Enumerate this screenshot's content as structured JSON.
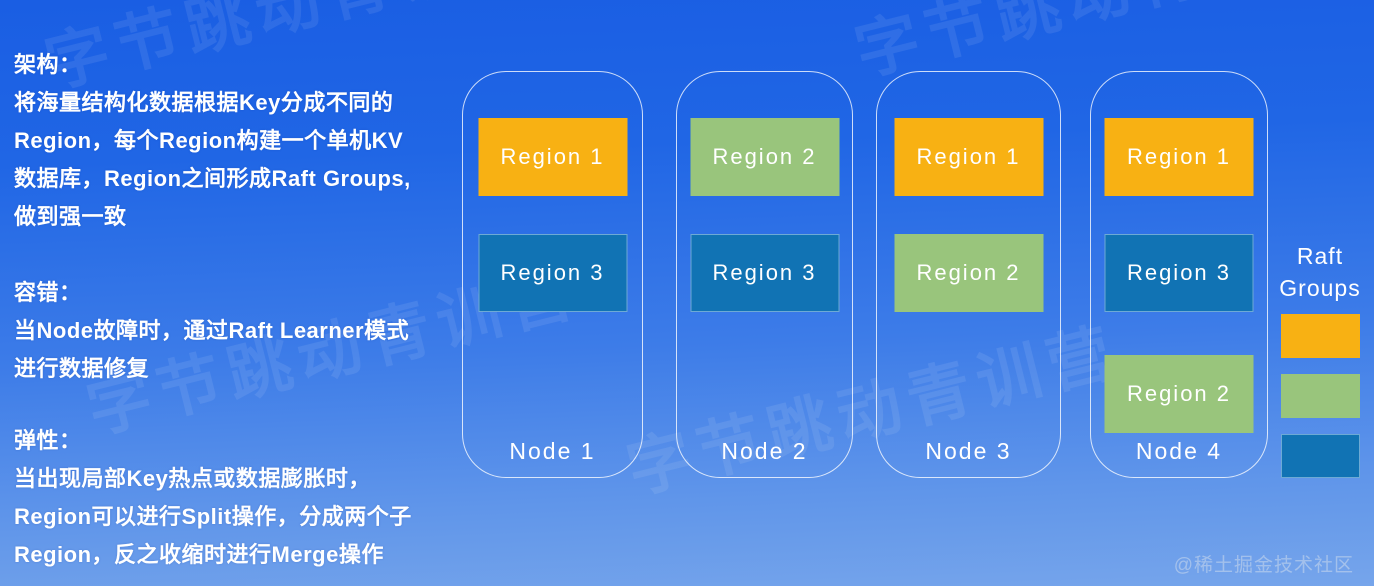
{
  "background": {
    "watermark_text": "字节跳动青训营",
    "corner_watermark": "@稀土掘金技术社区"
  },
  "colors": {
    "region1": "#F8B113",
    "region2": "#99C57C",
    "region3": "#1173B4"
  },
  "notes": [
    {
      "title": "架构：",
      "lines": [
        "将海量结构化数据根据Key分成不同的",
        "Region，每个Region构建一个单机KV",
        "数据库，Region之间形成Raft Groups,",
        "做到强一致"
      ]
    },
    {
      "title": "容错：",
      "lines": [
        "当Node故障时，通过Raft Learner模式",
        "进行数据修复"
      ]
    },
    {
      "title": "弹性：",
      "lines": [
        "当出现局部Key热点或数据膨胀时，",
        "Region可以进行Split操作，分成两个子",
        "Region，反之收缩时进行Merge操作"
      ]
    }
  ],
  "nodes": [
    {
      "label": "Node 1",
      "regions": [
        {
          "label": "Region 1",
          "color_key": "region1",
          "slot": 0
        },
        {
          "label": "Region 3",
          "color_key": "region3",
          "slot": 1
        }
      ]
    },
    {
      "label": "Node 2",
      "regions": [
        {
          "label": "Region 2",
          "color_key": "region2",
          "slot": 0
        },
        {
          "label": "Region 3",
          "color_key": "region3",
          "slot": 1
        }
      ]
    },
    {
      "label": "Node 3",
      "regions": [
        {
          "label": "Region 1",
          "color_key": "region1",
          "slot": 0
        },
        {
          "label": "Region 2",
          "color_key": "region2",
          "slot": 1
        }
      ]
    },
    {
      "label": "Node 4",
      "regions": [
        {
          "label": "Region 1",
          "color_key": "region1",
          "slot": 0
        },
        {
          "label": "Region 3",
          "color_key": "region3",
          "slot": 1
        },
        {
          "label": "Region 2",
          "color_key": "region2",
          "slot": 2
        }
      ]
    }
  ],
  "legend": {
    "title_lines": [
      "Raft",
      "Groups"
    ],
    "swatches": [
      "region1",
      "region2",
      "region3"
    ]
  }
}
